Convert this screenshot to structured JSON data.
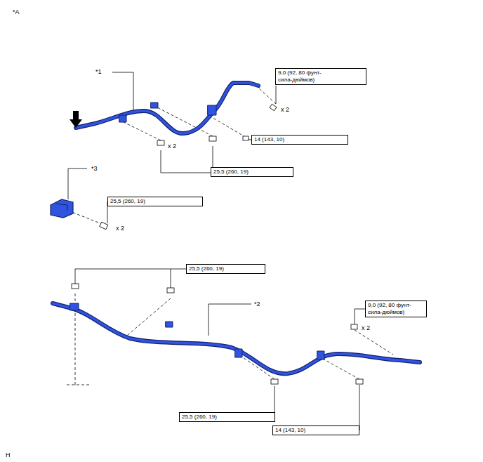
{
  "diagram": {
    "nodes": [
      {
        "text": [
          "9,0 (92, 80 фунт- сила-дюймов)"
        ]
      },
      {
        "text": [
          "14 (143, 10)"
        ]
      },
      {
        "text": [
          "25,5 (260, 19)"
        ]
      },
      {
        "text": [
          "25,5 (260, 19)"
        ]
      },
      {
        "text": [
          "25,5 (260, 19)"
        ]
      },
      {
        "text": [
          "9,0 (92, 80 фунт- сила-дюймов)"
        ]
      },
      {
        "text": [
          "25,5 (260, 19)"
        ]
      },
      {
        "text": [
          "14 (143, 10)"
        ]
      }
    ],
    "labels": [
      "*A",
      "*1",
      "x 2",
      "x 2",
      "*3",
      "x 2",
      "*2",
      "x 2",
      "H"
    ]
  }
}
